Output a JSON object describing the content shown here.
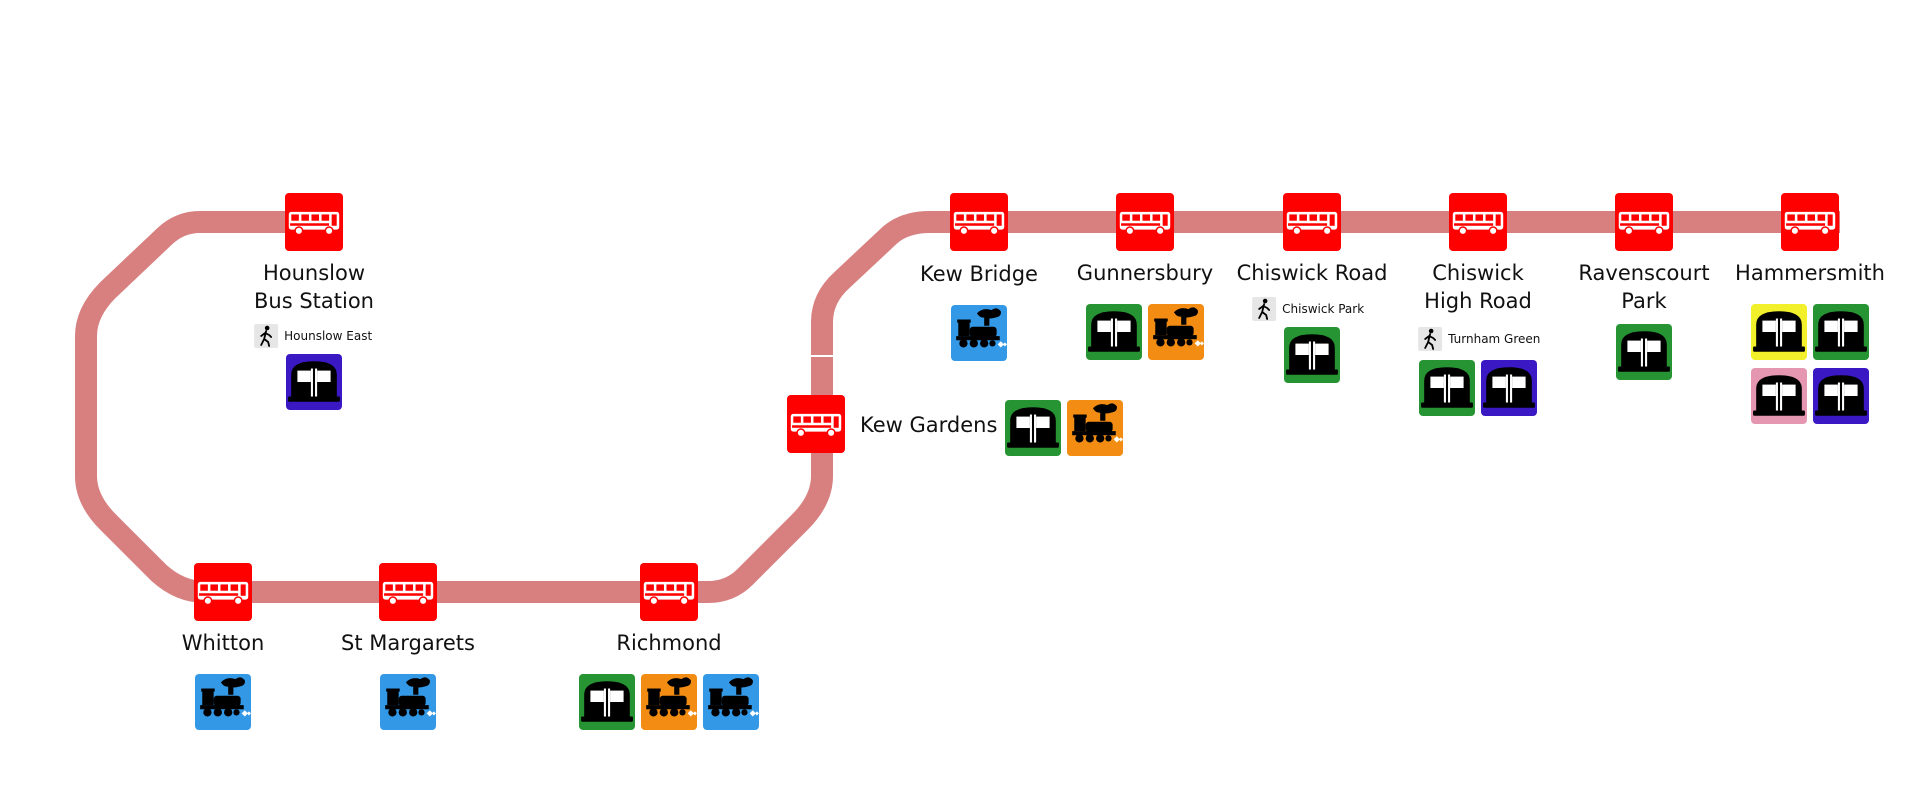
{
  "colors": {
    "route": "#d88080",
    "bus": "#ff0000",
    "district": "#279433",
    "piccadilly": "#3a18c4",
    "circle": "#f2ef2b",
    "hammersmith_city": "#e597b1",
    "overground": "#f28c12",
    "national_rail": "#3398e6",
    "walk_bg": "#e6e6e6"
  },
  "icons": {
    "bus": "bus-icon",
    "underground": "underground-train-icon",
    "rail": "steam-train-icon",
    "walk": "walking-person-icon"
  },
  "stops": [
    {
      "id": "hounslow",
      "label_lines": [
        "Hounslow",
        "Bus Station"
      ],
      "walk": "Hounslow East",
      "services": [
        [
          "piccadilly"
        ]
      ]
    },
    {
      "id": "whitton",
      "label_lines": [
        "Whitton"
      ],
      "walk": "",
      "services": [
        [
          "national_rail"
        ]
      ]
    },
    {
      "id": "st-margarets",
      "label_lines": [
        "St Margarets"
      ],
      "walk": "",
      "services": [
        [
          "national_rail"
        ]
      ]
    },
    {
      "id": "richmond",
      "label_lines": [
        "Richmond"
      ],
      "walk": "",
      "services": [
        [
          "district",
          "overground",
          "national_rail"
        ]
      ]
    },
    {
      "id": "kew-gardens",
      "label_lines": [
        "Kew Gardens"
      ],
      "walk": "",
      "services": [
        [
          "district",
          "overground"
        ]
      ]
    },
    {
      "id": "kew-bridge",
      "label_lines": [
        "Kew Bridge"
      ],
      "walk": "",
      "services": [
        [
          "national_rail"
        ]
      ]
    },
    {
      "id": "gunnersbury",
      "label_lines": [
        "Gunnersbury"
      ],
      "walk": "",
      "services": [
        [
          "district",
          "overground"
        ]
      ]
    },
    {
      "id": "chiswick-road",
      "label_lines": [
        "Chiswick Road"
      ],
      "walk": "Chiswick Park",
      "services": [
        [
          "district"
        ]
      ]
    },
    {
      "id": "chiswick-high-road",
      "label_lines": [
        "Chiswick",
        "High Road"
      ],
      "walk": "Turnham Green",
      "services": [
        [
          "district",
          "piccadilly"
        ]
      ]
    },
    {
      "id": "ravenscourt-park",
      "label_lines": [
        "Ravenscourt",
        "Park"
      ],
      "walk": "",
      "services": [
        [
          "district"
        ]
      ]
    },
    {
      "id": "hammersmith",
      "label_lines": [
        "Hammersmith"
      ],
      "walk": "",
      "services": [
        [
          "circle",
          "district"
        ],
        [
          "hammersmith_city",
          "piccadilly"
        ]
      ]
    }
  ]
}
